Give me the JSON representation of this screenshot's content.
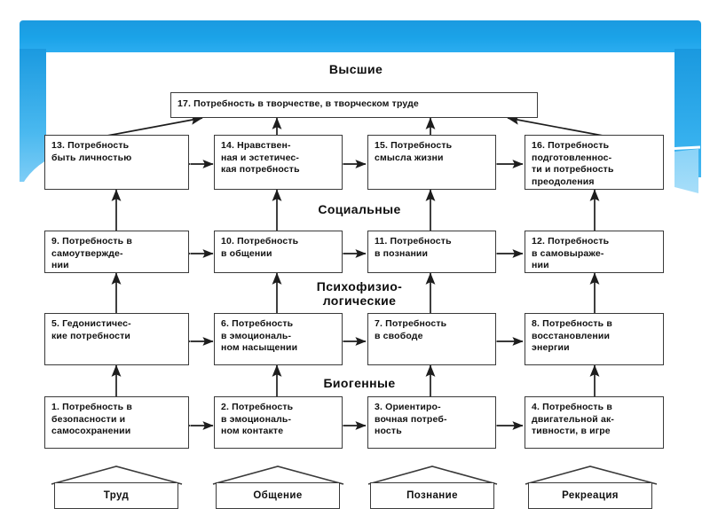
{
  "slide": {
    "accent_color": "#1b9ae0",
    "accent_color_light": "#8ad3f8",
    "background": "#ffffff",
    "line_color": "#3a3a3a"
  },
  "sections": [
    {
      "name": "top",
      "label": "Высшие"
    },
    {
      "name": "social",
      "label": "Социальные"
    },
    {
      "name": "psycho",
      "label": "Психофизио-\nлогические"
    },
    {
      "name": "biogenic",
      "label": "Биогенные"
    }
  ],
  "boxes": [
    {
      "id": 17,
      "label": "17. Потребность в творчестве, в творческом труде"
    },
    {
      "id": 13,
      "label": "13. Потребность\nбыть личностью"
    },
    {
      "id": 14,
      "label": "14. Нравствен-\nная и эстетичес-\nкая потребность"
    },
    {
      "id": 15,
      "label": "15. Потребность\nсмысла жизни"
    },
    {
      "id": 16,
      "label": "16. Потребность\nподготовленнос-\nти и потребность\nпреодоления"
    },
    {
      "id": 9,
      "label": "9. Потребность в\nсамоутвержде-\nнии"
    },
    {
      "id": 10,
      "label": "10. Потребность\nв общении"
    },
    {
      "id": 11,
      "label": "11. Потребность\nв познании"
    },
    {
      "id": 12,
      "label": "12. Потребность\nв самовыраже-\nнии"
    },
    {
      "id": 5,
      "label": "5. Гедонистичес-\nкие потребности"
    },
    {
      "id": 6,
      "label": "6. Потребность\nв эмоциональ-\nном насыщении"
    },
    {
      "id": 7,
      "label": "7. Потребность\nв свободе"
    },
    {
      "id": 8,
      "label": "8. Потребность в\nвосстановлении\nэнергии"
    },
    {
      "id": 1,
      "label": "1. Потребность в\nбезопасности и\nсамосохранении"
    },
    {
      "id": 2,
      "label": "2. Потребность\nв эмоциональ-\nном контакте"
    },
    {
      "id": 3,
      "label": "3. Ориентиро-\nвочная потреб-\nность"
    },
    {
      "id": 4,
      "label": "4. Потребность в\nдвигательной ак-\nтивности, в игре"
    }
  ],
  "bases": [
    {
      "name": "trud",
      "label": "Труд"
    },
    {
      "name": "obshenie",
      "label": "Общение"
    },
    {
      "name": "poznanie",
      "label": "Познание"
    },
    {
      "name": "rekreacia",
      "label": "Рекреация"
    }
  ]
}
